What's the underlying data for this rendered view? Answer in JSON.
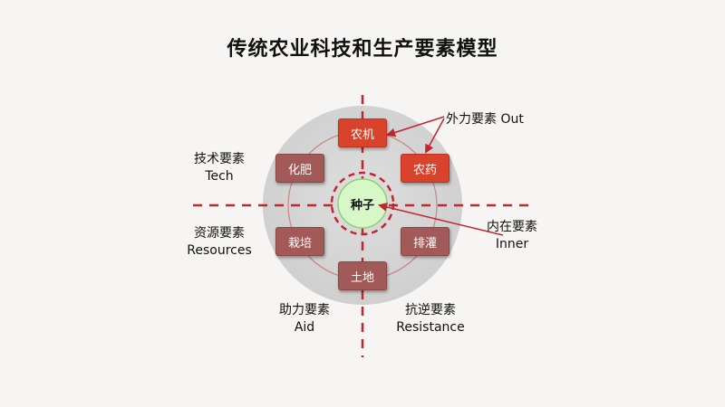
{
  "title": "传统农业科技和生产要素模型",
  "colors": {
    "accent_red": "#d9432b",
    "node_mauve": "#a25a58",
    "divider_red": "#c0262c",
    "center_green": "#d7f7c6",
    "disc_gray": "#d6d6d6"
  },
  "center": {
    "label": "种子"
  },
  "nodes": {
    "top": "农机",
    "top_right": "农药",
    "top_left": "化肥",
    "bottom_left": "栽培",
    "bottom_right": "排灌",
    "bottom": "土地"
  },
  "quadrants": {
    "tech": {
      "cn": "技术要素",
      "en": "Tech"
    },
    "resources": {
      "cn": "资源要素",
      "en": "Resources"
    },
    "aid": {
      "cn": "助力要素",
      "en": "Aid"
    },
    "resistance": {
      "cn": "抗逆要素",
      "en": "Resistance"
    },
    "out": {
      "text": "外力要素  Out"
    },
    "inner": {
      "cn": "内在要素",
      "en": "Inner"
    }
  }
}
